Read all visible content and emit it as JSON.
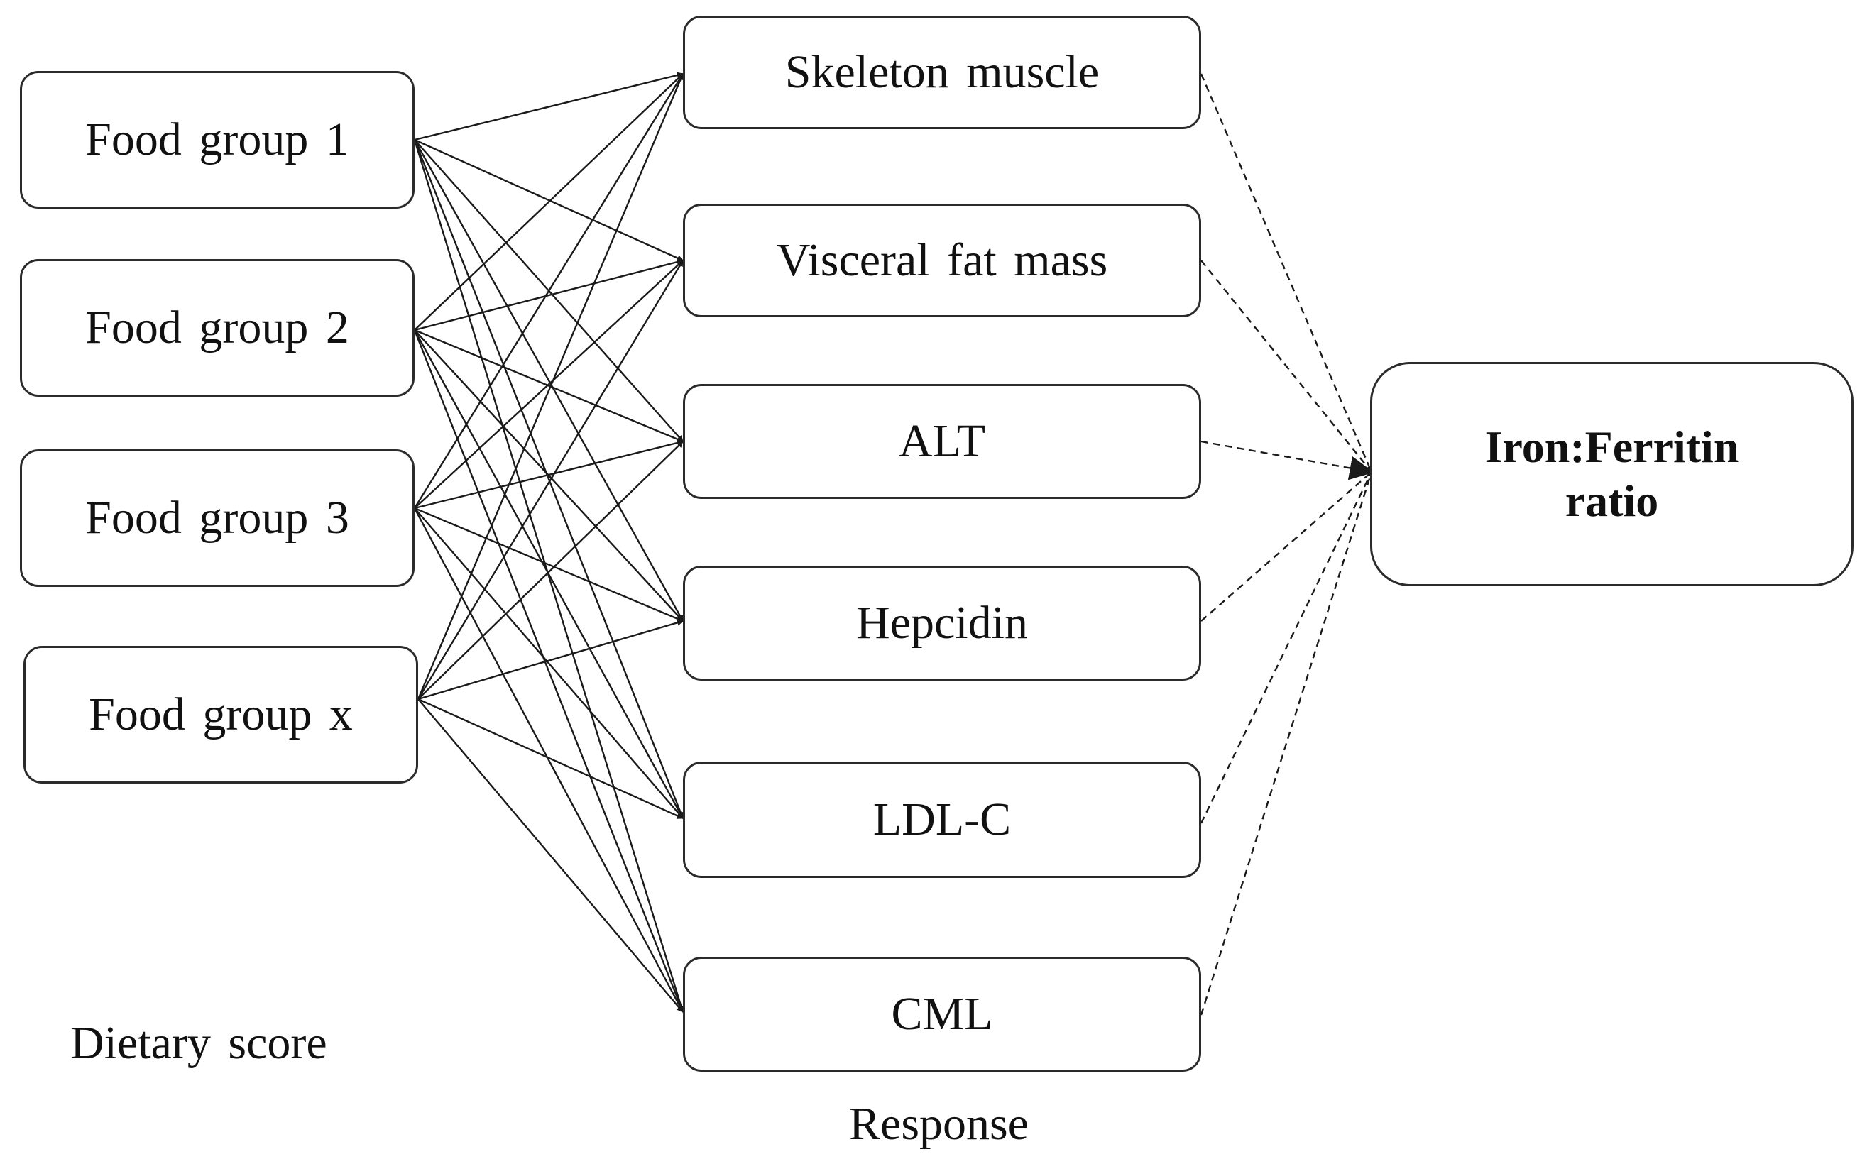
{
  "inputs": [
    "Food group 1",
    "Food group 2",
    "Food group 3",
    "Food group x"
  ],
  "responses": [
    "Skeleton muscle",
    "Visceral fat mass",
    "ALT",
    "Hepcidin",
    "LDL-C",
    "CML"
  ],
  "outcome": {
    "line1": "Iron:Ferritin",
    "line2": "ratio"
  },
  "captions": {
    "inputs": "Dietary score",
    "responses": "Response"
  },
  "colors": {
    "line": "#1a1a1a",
    "border": "#2b2b2b",
    "text": "#111111"
  }
}
